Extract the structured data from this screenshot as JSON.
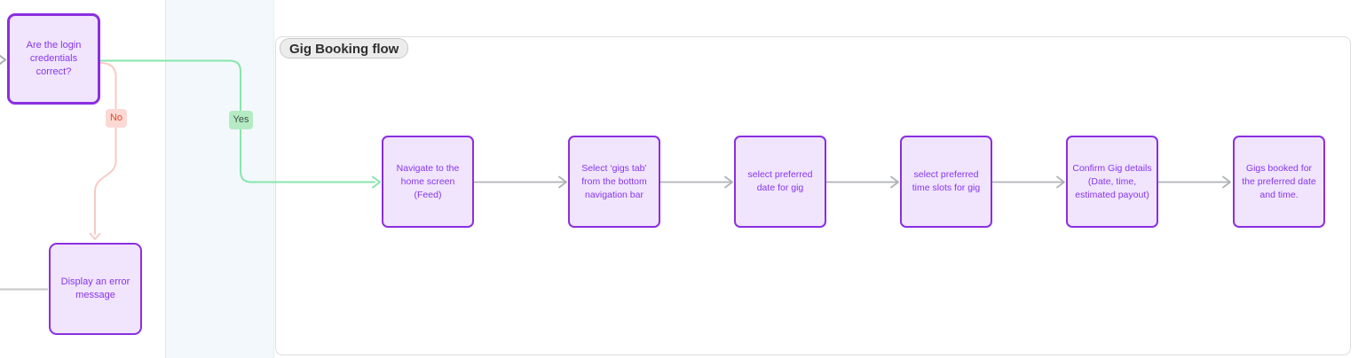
{
  "frame": {
    "title": "Gig Booking flow"
  },
  "decision": {
    "label": "Are the login\ncredentials\ncorrect?"
  },
  "branches": {
    "no": "No",
    "yes": "Yes"
  },
  "error_node": {
    "label": "Display an error\nmessage"
  },
  "flow_steps": [
    {
      "label": "Navigate to the\nhome screen\n(Feed)"
    },
    {
      "label": "Select ‘gigs tab’\nfrom the bottom\nnavigation bar"
    },
    {
      "label": "select preferred\ndate for gig"
    },
    {
      "label": "select preferred\ntime slots for gig"
    },
    {
      "label": "Confirm Gig details\n(Date, time,\nestimated payout)"
    },
    {
      "label": "Gigs booked for\nthe preferred date\nand time."
    }
  ],
  "colors": {
    "node_border": "#8b2fe0",
    "node_fill": "#f1e4fd",
    "node_text": "#8636ee",
    "yes_line": "#87e5ab",
    "no_line": "#f7cbc5",
    "connector_gray": "#aeb1b6",
    "yes_badge_bg": "#b5ebc3",
    "yes_badge_text": "#3f5049",
    "no_badge_bg": "#fcd9d3",
    "no_badge_text": "#e2492f",
    "frame_border": "#dcdddf",
    "lane_bg": "#f2f8fb"
  }
}
